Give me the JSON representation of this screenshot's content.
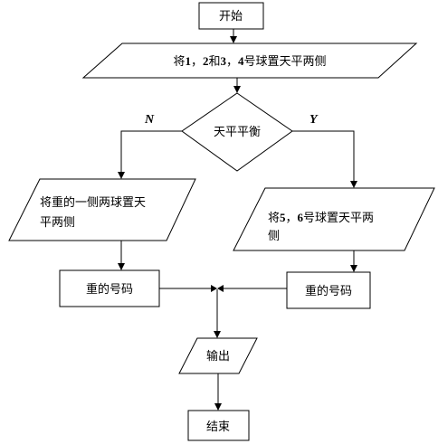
{
  "flowchart": {
    "start_label": "开始",
    "step1_parts": [
      "将",
      "1",
      "，",
      "2",
      "和",
      "3",
      "，",
      "4",
      "号球置天平两侧"
    ],
    "decision_label": "天平平衡",
    "no_label": "N",
    "yes_label": "Y",
    "left_step_line1": "将重的一侧两球置天",
    "left_step_line2": "平两侧",
    "right_step_parts": [
      "将",
      "5",
      "，",
      "6",
      "号球置天平两"
    ],
    "right_step_line2": "侧",
    "left_result_label": "重的号码",
    "right_result_label": "重的号码",
    "output_label": "输出",
    "end_label": "结束"
  }
}
